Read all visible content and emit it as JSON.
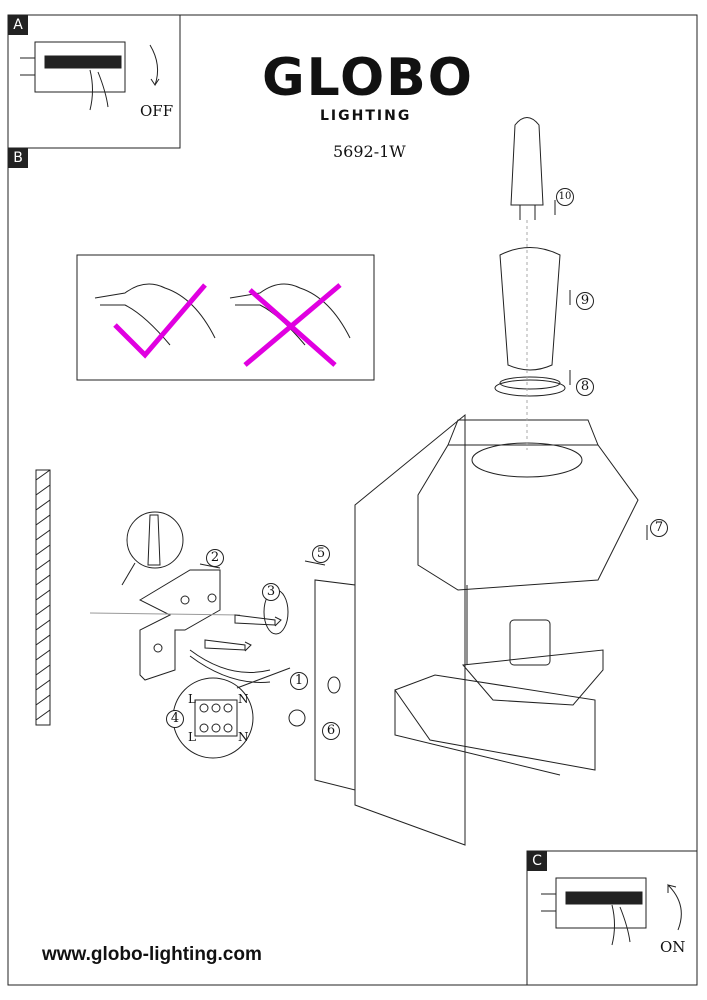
{
  "brand": {
    "name": "GLOBO",
    "sub": "LIGHTING"
  },
  "model": "5692-1W",
  "website": "www.globo-lighting.com",
  "panels": {
    "a": {
      "label": "A",
      "text": "OFF"
    },
    "b": {
      "label": "B"
    },
    "c": {
      "label": "C",
      "text": "ON"
    }
  },
  "steps": [
    "1",
    "2",
    "3",
    "4",
    "5",
    "6",
    "7",
    "8",
    "9",
    "10"
  ],
  "wiring": {
    "l_top": "L",
    "n_top": "N",
    "l_bottom": "L",
    "n_bottom": "N"
  },
  "colors": {
    "cross": "#e000e0",
    "line": "#222222"
  }
}
